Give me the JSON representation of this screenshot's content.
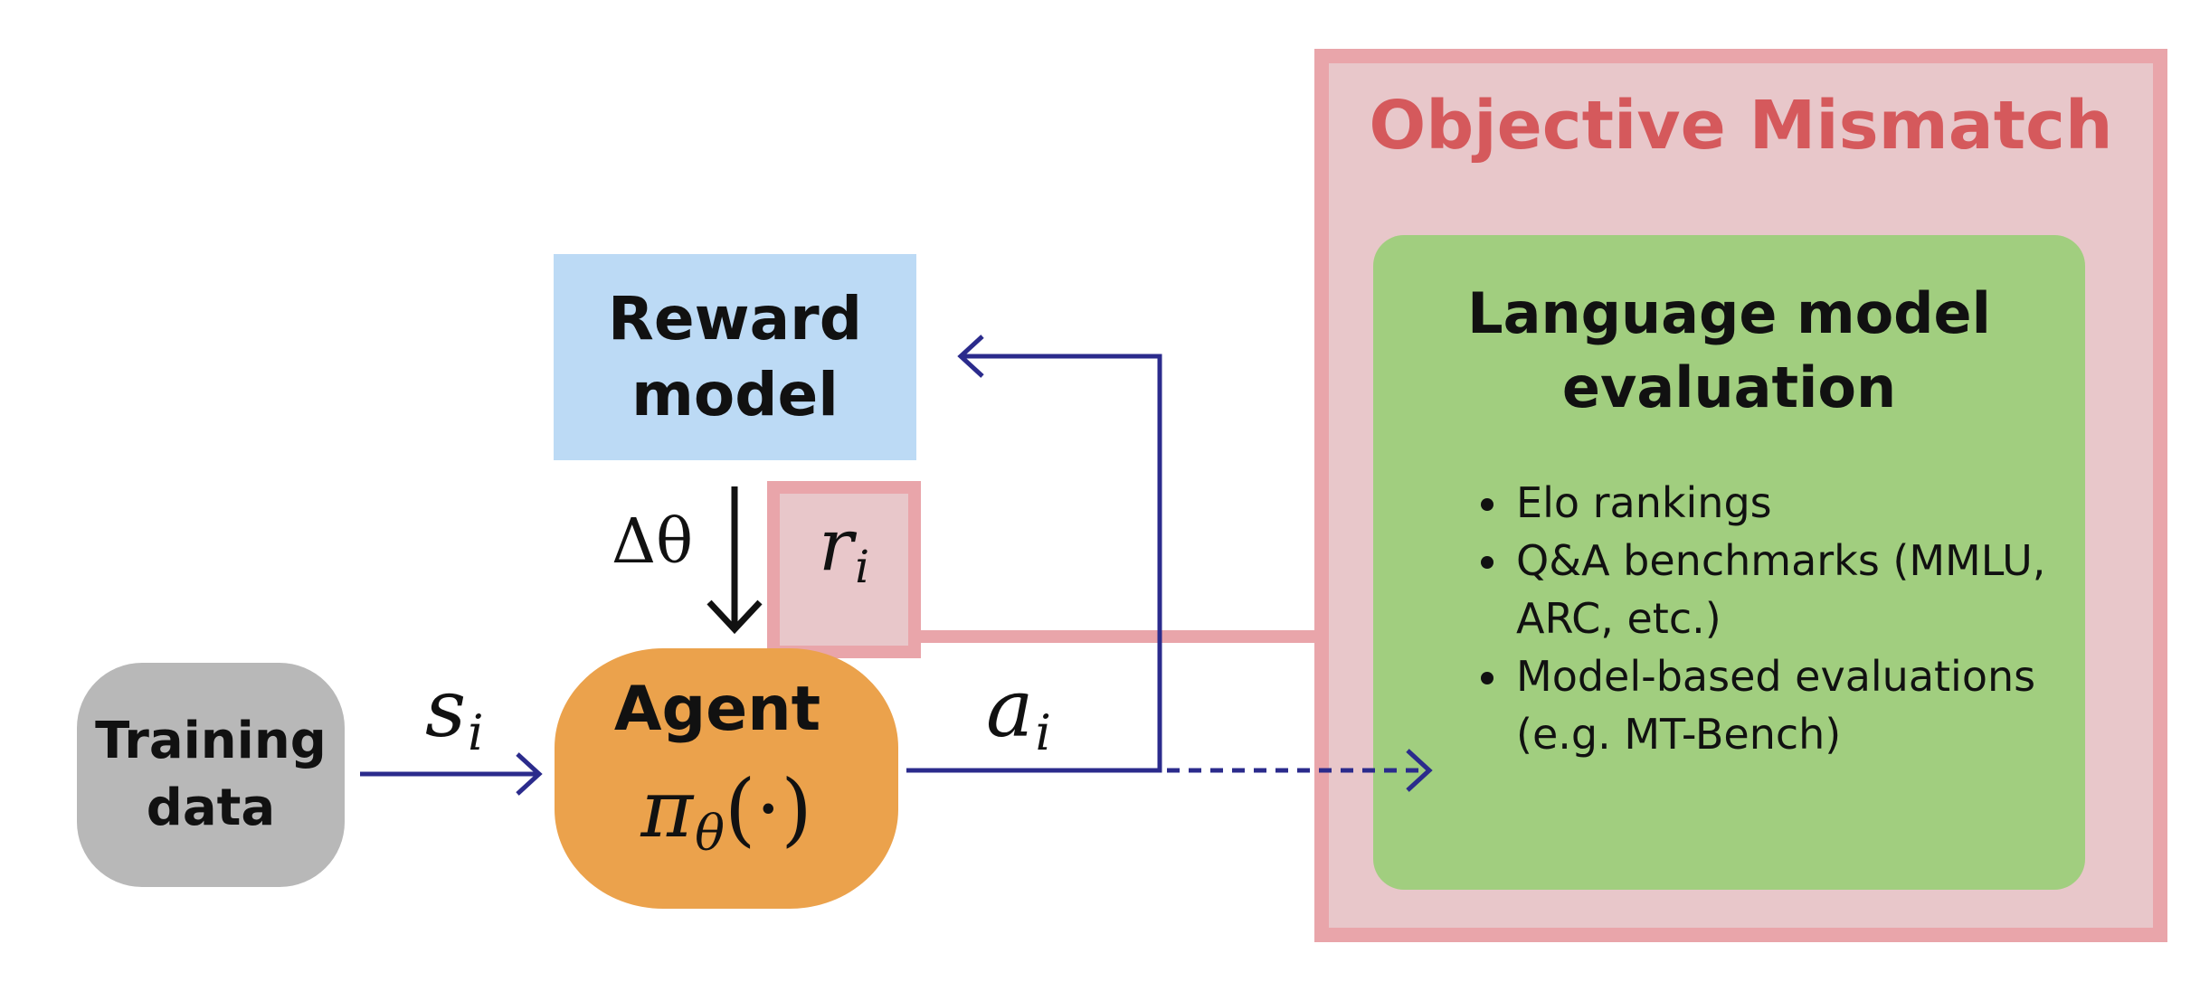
{
  "objective_mismatch": {
    "title": "Objective Mismatch",
    "eval_box": {
      "title_line1": "Language model",
      "title_line2": "evaluation",
      "items": [
        "Elo rankings",
        "Q&A benchmarks (MMLU, ARC, etc.)",
        "Model-based evaluations (e.g. MT-Bench)"
      ]
    }
  },
  "reward_model": {
    "line1": "Reward",
    "line2": "model"
  },
  "training_data": {
    "line1": "Training",
    "line2": "data"
  },
  "agent": {
    "label": "Agent",
    "policy": "π",
    "policy_sub": "θ",
    "policy_arg": "(·)"
  },
  "labels": {
    "delta_theta": "Δθ",
    "reward_signal": "r",
    "reward_signal_sub": "i",
    "state": "s",
    "state_sub": "i",
    "action": "a",
    "action_sub": "i"
  },
  "colors": {
    "arrow": "#2b2b8c",
    "mismatch_fill": "#e8c7ca",
    "mismatch_border": "#e9a5aa",
    "mismatch_title": "#d5595c",
    "eval_fill": "#a1ce7f",
    "reward_fill": "#bcdaf5",
    "agent_fill": "#eba24c",
    "training_fill": "#b8b8b8"
  }
}
